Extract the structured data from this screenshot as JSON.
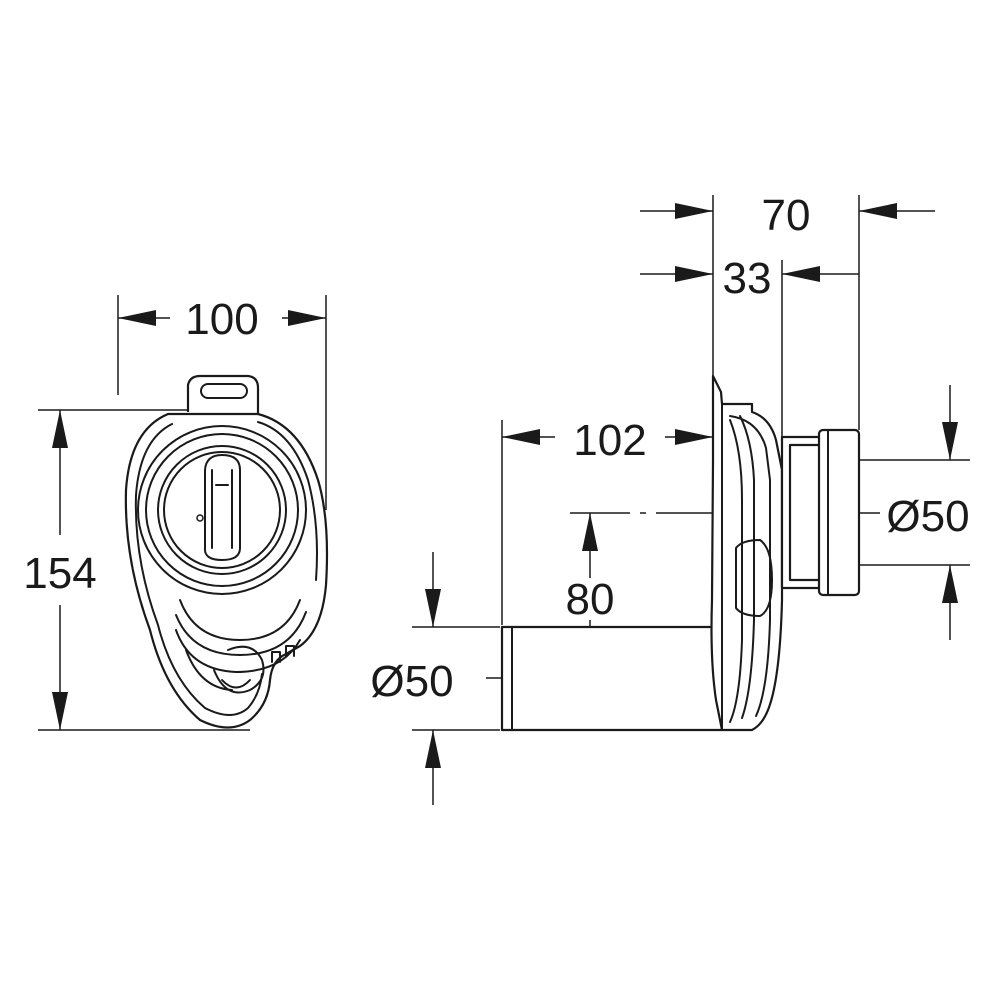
{
  "drawing": {
    "front_view": {
      "width_label": "100",
      "height_label": "154"
    },
    "side_view": {
      "depth_total_label": "70",
      "collar_label": "33",
      "outlet_length_label": "102",
      "offset_label": "80",
      "inlet_diameter_label": "Ø50",
      "outlet_diameter_label": "Ø50"
    }
  }
}
